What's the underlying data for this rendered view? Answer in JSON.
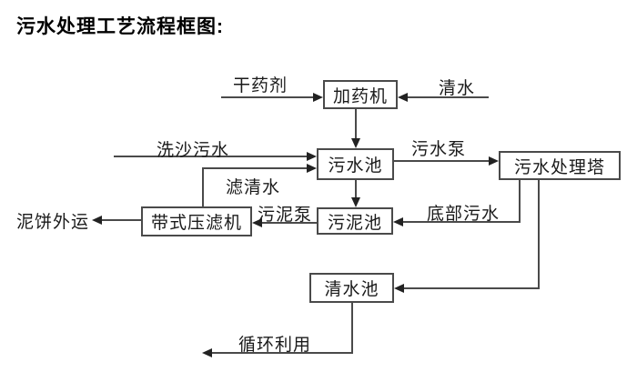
{
  "title": "污水处理工艺流程框图",
  "diagram": {
    "nodes": [
      {
        "id": "dosing-machine",
        "label": "加药机"
      },
      {
        "id": "sewage-pool",
        "label": "污水池"
      },
      {
        "id": "sewage-treatment-tower",
        "label": "污水处理塔"
      },
      {
        "id": "sludge-pool",
        "label": "污泥池"
      },
      {
        "id": "belt-filter-press",
        "label": "带式压滤机"
      },
      {
        "id": "clean-water-pool",
        "label": "清水池"
      }
    ],
    "flow_labels": [
      {
        "id": "dry-agent",
        "label": "干药剂"
      },
      {
        "id": "clean-water",
        "label": "清水"
      },
      {
        "id": "sand-washing-sewage",
        "label": "洗沙污水"
      },
      {
        "id": "filtered-water",
        "label": "滤清水"
      },
      {
        "id": "sewage-pump",
        "label": "污水泵"
      },
      {
        "id": "bottom-sewage",
        "label": "底部污水"
      },
      {
        "id": "sludge-pump",
        "label": "污泥泵"
      },
      {
        "id": "mud-cake-transport",
        "label": "泥饼外运"
      },
      {
        "id": "recycle-use",
        "label": "循环利用"
      }
    ],
    "colors": {
      "line": "#4a4a4a",
      "arrow": "#222222",
      "text": "#1a1a1a",
      "background": "#ffffff"
    }
  }
}
